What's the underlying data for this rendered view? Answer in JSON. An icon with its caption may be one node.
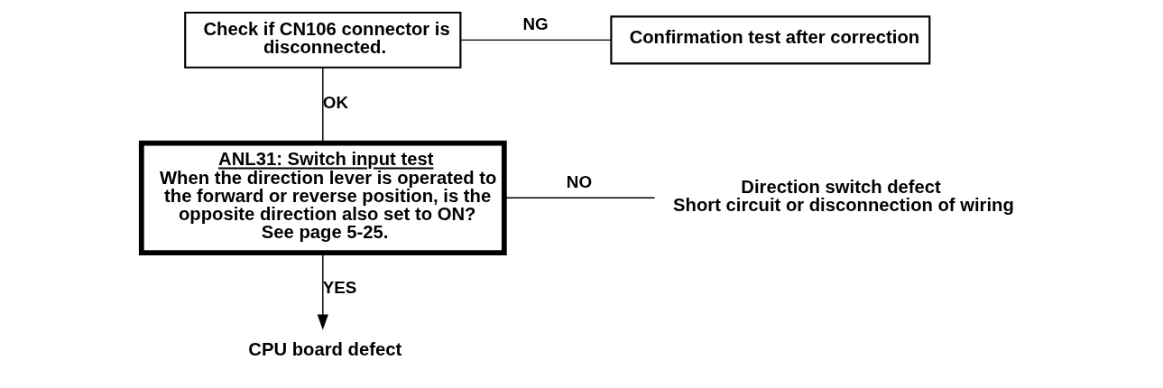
{
  "diagram": {
    "nodes": [
      {
        "text": [
          "Check if CN106 connector is disconnected."
        ]
      },
      {
        "text": [
          "Confirmation test after correction"
        ]
      },
      {
        "text": [
          "ANL31: Switch input test",
          "When the direction lever is operated to the forward or reverse position, is the opposite direction also set to ON?",
          "See page 5-25."
        ]
      },
      {
        "text": [
          "Direction switch defect",
          "Short circuit or disconnection of wiring"
        ]
      },
      {
        "text": [
          "CPU board defect"
        ]
      }
    ],
    "edges": [
      {
        "from": 0,
        "to": 1,
        "arrow": "none",
        "label": "NG"
      },
      {
        "from": 0,
        "to": 2,
        "arrow": "none",
        "label": "OK"
      },
      {
        "from": 2,
        "to": 3,
        "arrow": "none",
        "label": "NO"
      },
      {
        "from": 2,
        "to": 4,
        "arrow": "to",
        "label": "YES"
      }
    ]
  }
}
